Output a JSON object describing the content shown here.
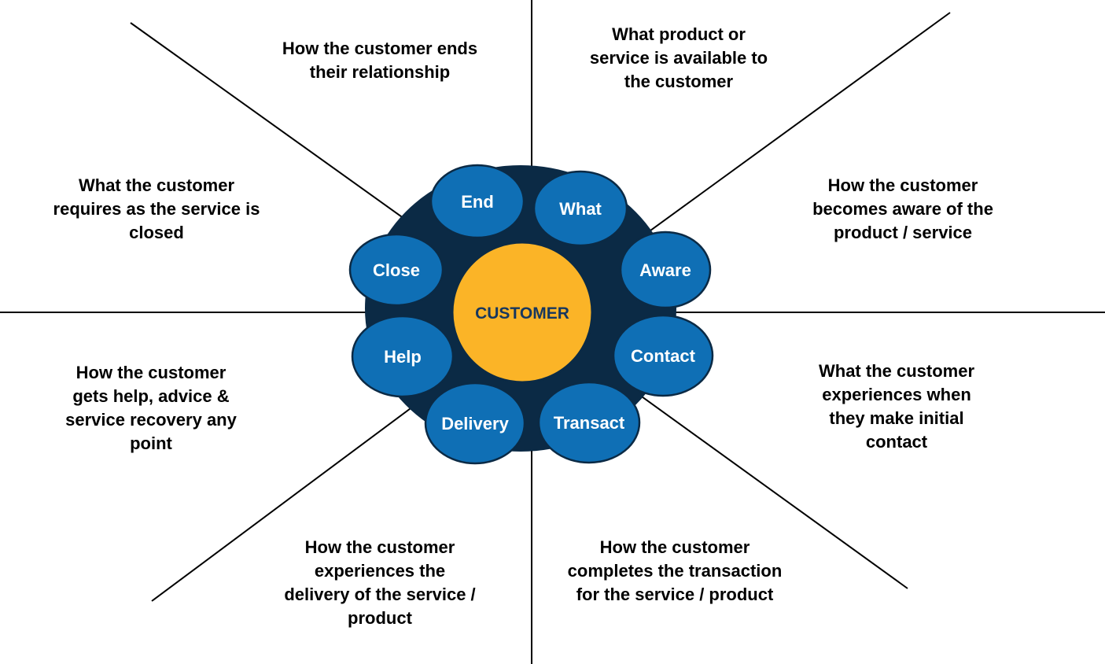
{
  "colors": {
    "ring": "#0b2a45",
    "node_fill": "#0f6fb5",
    "node_stroke": "#0b2a45",
    "center_fill": "#fbb427",
    "center_stroke": "#0b2a45",
    "center_text": "#17375e",
    "line": "#000000"
  },
  "center": {
    "label": "CUSTOMER"
  },
  "nodes": [
    {
      "id": "end",
      "label": "End"
    },
    {
      "id": "what",
      "label": "What"
    },
    {
      "id": "aware",
      "label": "Aware"
    },
    {
      "id": "contact",
      "label": "Contact"
    },
    {
      "id": "transact",
      "label": "Transact"
    },
    {
      "id": "delivery",
      "label": "Delivery"
    },
    {
      "id": "help",
      "label": "Help"
    },
    {
      "id": "close",
      "label": "Close"
    }
  ],
  "descriptions": {
    "end": "How the customer ends\ntheir relationship",
    "what": "What product or\nservice is  available to\nthe customer",
    "aware": "How the customer\nbecomes aware of the\nproduct / service",
    "contact": "What the customer\nexperiences when\nthey make initial\ncontact",
    "transact": "How the customer\ncompletes the transaction\nfor the service / product",
    "delivery": "How the customer\nexperiences the\ndelivery of the service /\nproduct",
    "help": "How the customer\ngets help, advice &\nservice recovery any\npoint",
    "close": "What the customer\nrequires as the service is\nclosed"
  }
}
